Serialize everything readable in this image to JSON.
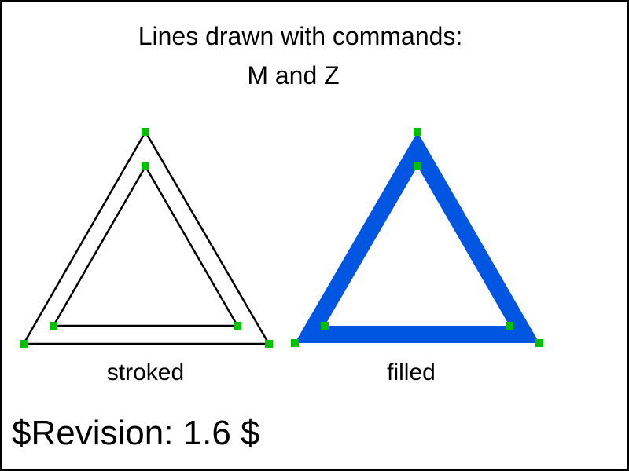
{
  "title": {
    "line1": "Lines drawn with commands:",
    "line2": "M and Z"
  },
  "captions": {
    "stroked": "stroked",
    "filled": "filled"
  },
  "revision": "$Revision: 1.6 $",
  "colors": {
    "background": "#ffffff",
    "frame": "#000000",
    "stroked_outline": "#000000",
    "filled_triangle": "#0056e0",
    "vertex_marker": "#00c000"
  }
}
